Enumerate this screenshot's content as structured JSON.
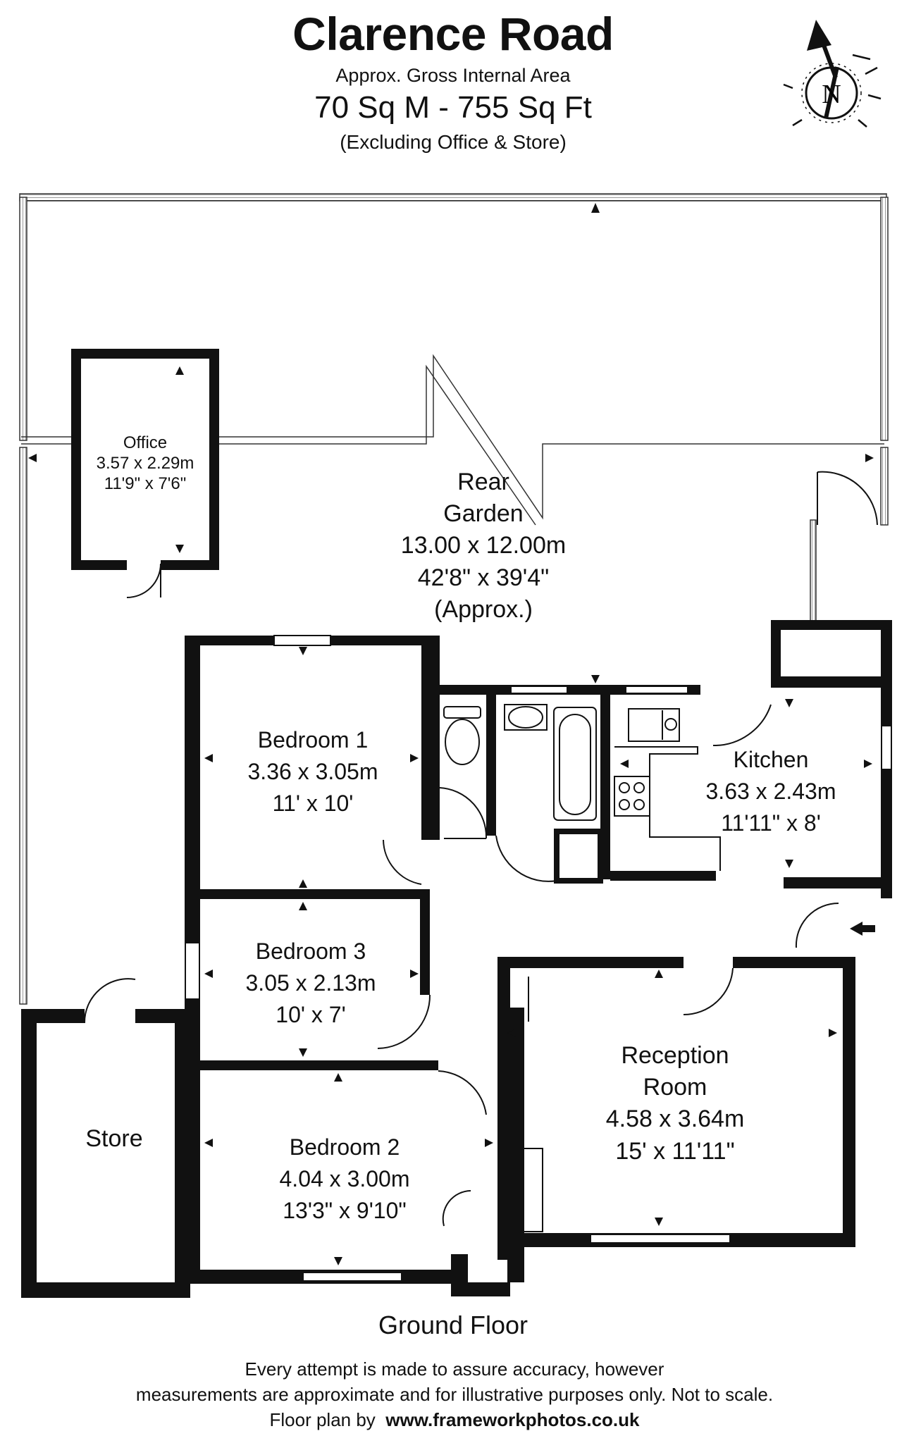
{
  "header": {
    "title": "Clarence Road",
    "subtitle": "Approx. Gross Internal Area",
    "area": "70 Sq M  -  755 Sq Ft",
    "exclusion": "(Excluding Office & Store)"
  },
  "compass": {
    "letter": "N",
    "icon": "north-compass-icon"
  },
  "rooms": {
    "office": {
      "name": "Office",
      "metric": "3.57 x 2.29m",
      "imperial": "11'9\" x 7'6\""
    },
    "garden": {
      "name1": "Rear",
      "name2": "Garden",
      "metric": "13.00 x 12.00m",
      "imperial": "42'8\" x 39'4\"",
      "note": "(Approx.)"
    },
    "bedroom1": {
      "name": "Bedroom 1",
      "metric": "3.36 x 3.05m",
      "imperial": "11' x 10'"
    },
    "kitchen": {
      "name": "Kitchen",
      "metric": "3.63 x 2.43m",
      "imperial": "11'11\" x 8'"
    },
    "bedroom3": {
      "name": "Bedroom 3",
      "metric": "3.05 x 2.13m",
      "imperial": "10' x 7'"
    },
    "reception": {
      "name1": "Reception",
      "name2": "Room",
      "metric": "4.58 x 3.64m",
      "imperial": "15' x 11'11\""
    },
    "store": {
      "name": "Store"
    },
    "bedroom2": {
      "name": "Bedroom 2",
      "metric": "4.04 x 3.00m",
      "imperial": "13'3\" x 9'10\""
    }
  },
  "floor_label": "Ground Floor",
  "footer": {
    "line1": "Every attempt is made to assure accuracy, however",
    "line2": "measurements are approximate and for illustrative purposes only. Not to scale.",
    "line3_label": "Floor plan by",
    "line3_url": "www.frameworkphotos.co.uk"
  },
  "colors": {
    "wall": "#111111",
    "background": "#ffffff"
  }
}
